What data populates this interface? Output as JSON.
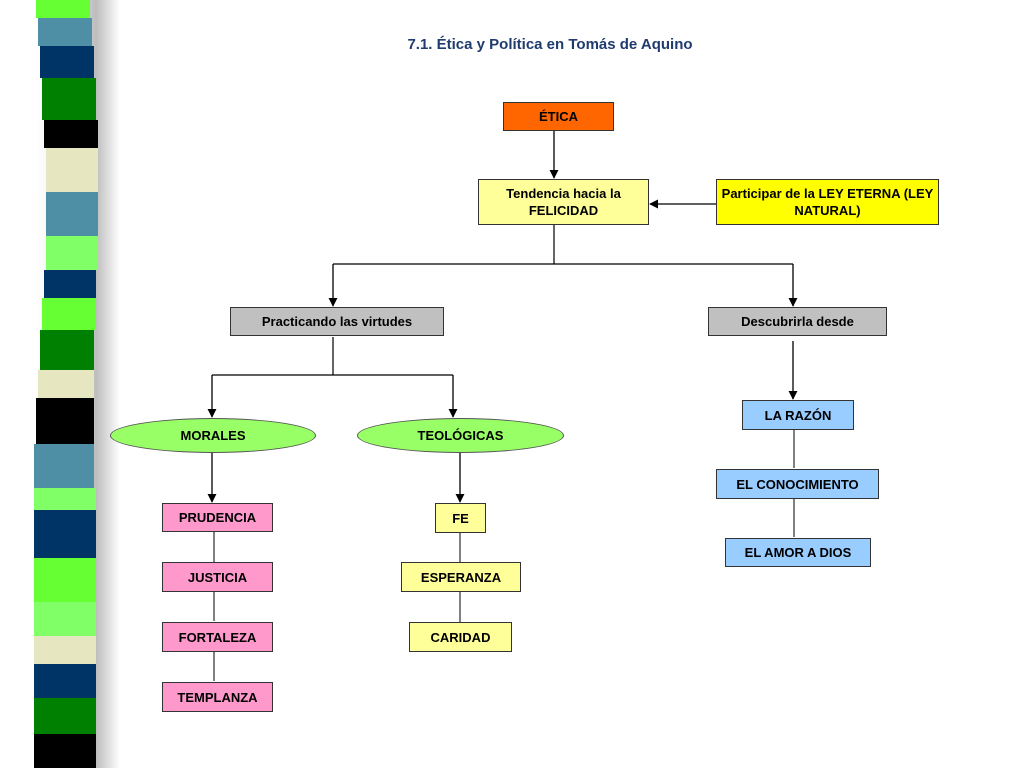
{
  "title": "7.1. Ética y Política en Tomás de Aquino",
  "colors": {
    "title": "#1f3b6f",
    "orange": "#ff6600",
    "light_yellow": "#ffff99",
    "yellow": "#ffff00",
    "gray": "#c0c0c0",
    "green": "#99ff66",
    "pink": "#ff99cc",
    "blue": "#99ccff"
  },
  "nodes": {
    "etica": "ÉTICA",
    "tendencia": "Tendencia hacia la FELICIDAD",
    "participar": "Participar de la LEY ETERNA (LEY NATURAL)",
    "practicando": "Practicando las virtudes",
    "descubrirla": "Descubrirla desde",
    "morales": "MORALES",
    "teologicas": "TEOLÓGICAS",
    "prudencia": "PRUDENCIA",
    "justicia": "JUSTICIA",
    "fortaleza": "FORTALEZA",
    "templanza": "TEMPLANZA",
    "fe": "FE",
    "esperanza": "ESPERANZA",
    "caridad": "CARIDAD",
    "razon": "LA RAZÓN",
    "conocimiento": "EL CONOCIMIENTO",
    "amor": "EL AMOR A DIOS"
  }
}
